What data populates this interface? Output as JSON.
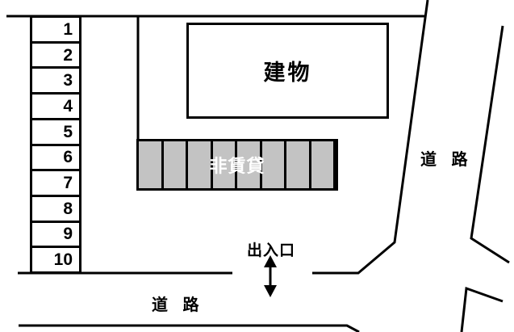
{
  "diagram": {
    "building": {
      "label": "建物"
    },
    "numbered_stalls": {
      "labels": [
        "1",
        "2",
        "3",
        "4",
        "5",
        "6",
        "7",
        "8",
        "9",
        "10"
      ]
    },
    "non_rental_row": {
      "label": "非賃貸",
      "stall_count": 8
    },
    "entrance": {
      "label": "出入口"
    },
    "roads": {
      "right_label": "道 路",
      "bottom_label": "道 路"
    },
    "colors": {
      "line": "#000000",
      "background": "#ffffff",
      "non_rental_fill": "#c3c3c3",
      "non_rental_text": "#ffffff"
    }
  }
}
